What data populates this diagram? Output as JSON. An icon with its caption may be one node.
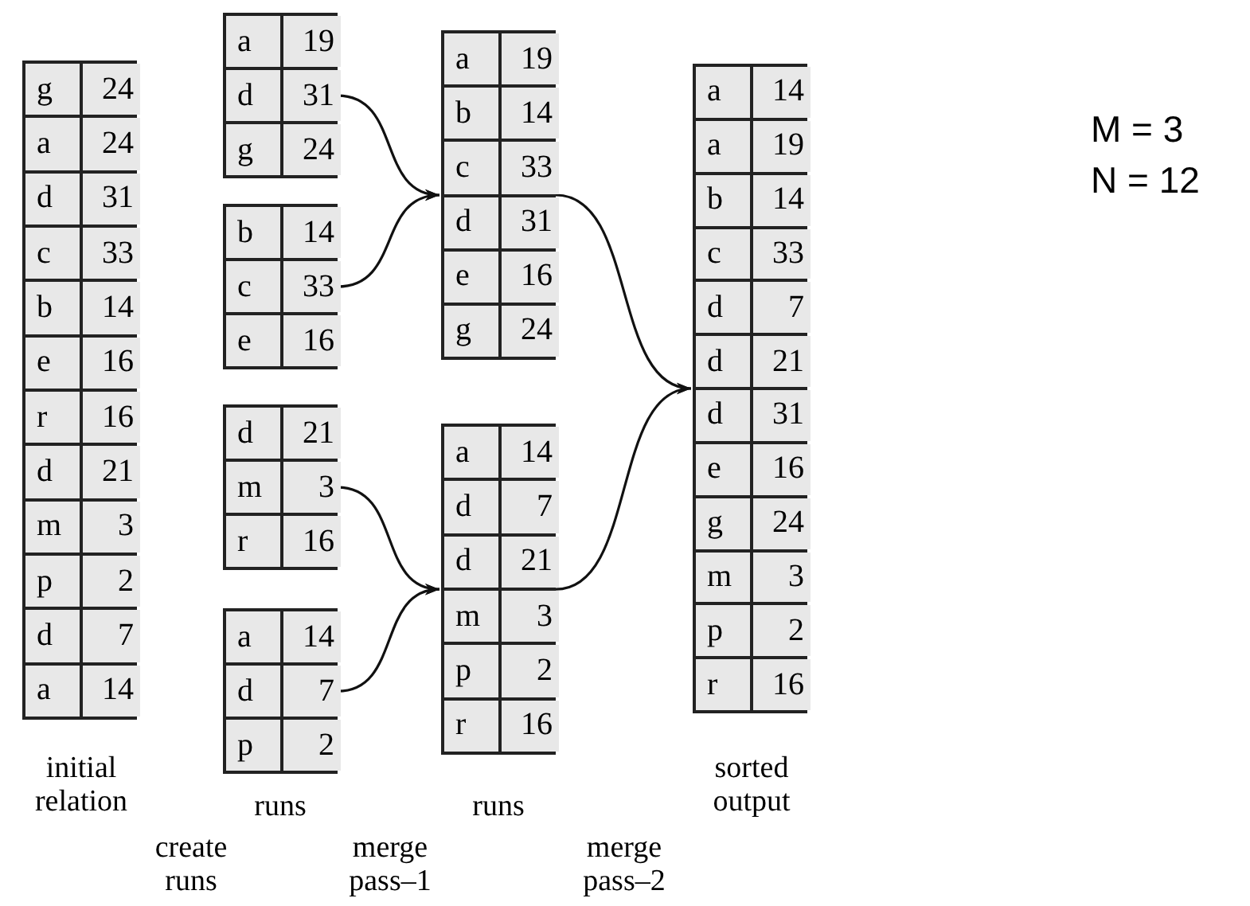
{
  "diagram": {
    "nodes": [
      {
        "text": [
          "g",
          "24",
          "a",
          "24",
          "d",
          "31",
          "c",
          "33",
          "b",
          "14",
          "e",
          "16",
          "r",
          "16",
          "d",
          "21",
          "m",
          "3",
          "p",
          "2",
          "d",
          "7",
          "a",
          "14"
        ]
      },
      {
        "text": [
          "a",
          "19",
          "d",
          "31",
          "g",
          "24"
        ]
      },
      {
        "text": [
          "b",
          "14",
          "c",
          "33",
          "e",
          "16"
        ]
      },
      {
        "text": [
          "d",
          "21",
          "m",
          "3",
          "r",
          "16"
        ]
      },
      {
        "text": [
          "a",
          "14",
          "d",
          "7",
          "p",
          "2"
        ]
      },
      {
        "text": [
          "a",
          "19",
          "b",
          "14",
          "c",
          "33",
          "d",
          "31",
          "e",
          "16",
          "g",
          "24"
        ]
      },
      {
        "text": [
          "a",
          "14",
          "d",
          "7",
          "d",
          "21",
          "m",
          "3",
          "p",
          "2",
          "r",
          "16"
        ]
      },
      {
        "text": [
          "a",
          "14",
          "a",
          "19",
          "b",
          "14",
          "c",
          "33",
          "d",
          "7",
          "d",
          "21",
          "d",
          "31",
          "e",
          "16",
          "g",
          "24",
          "m",
          "3",
          "p",
          "2",
          "r",
          "16"
        ]
      }
    ],
    "edges": [
      {
        "from": 1,
        "to": 5,
        "arrow": "to"
      },
      {
        "from": 2,
        "to": 5,
        "arrow": "to"
      },
      {
        "from": 3,
        "to": 6,
        "arrow": "to"
      },
      {
        "from": 4,
        "to": 6,
        "arrow": "to"
      },
      {
        "from": 5,
        "to": 7,
        "arrow": "to"
      },
      {
        "from": 6,
        "to": 7,
        "arrow": "to"
      }
    ],
    "labels": [
      "M = 3",
      "N = 12",
      "initial relation",
      "runs",
      "runs",
      "sorted output",
      "create runs",
      "merge pass–1",
      "merge pass–2"
    ]
  }
}
